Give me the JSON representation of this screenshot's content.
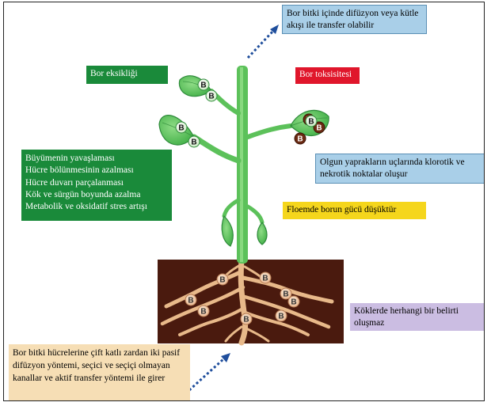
{
  "labels": {
    "transport": "Bor bitki içinde difüzyon veya kütle akışı ile transfer olabilir",
    "deficiency_title": "Bor eksikliği",
    "toxicity_title": "Bor toksisitesi",
    "deficiency_effects": [
      "Büyümenin yavaşlaması",
      "Hücre bölünmesinin azalması",
      "Hücre duvarı parçalanması",
      "Kök ve sürgün boyunda azalma",
      "Metabolik ve oksidatif stres artışı"
    ],
    "mature_leaves": "Olgun yaprakların uçlarında klorotik ve nekrotik noktalar oluşur",
    "phloem": "Floemde borun  gücü düşüktür",
    "roots": "Köklerde herhangi bir belirti oluşmaz",
    "uptake": "Bor bitki hücrelerine çift katlı zardan iki pasif difüzyon yöntemi, seçici ve seçiçi olmayan kanallar ve aktif transfer yöntemi ile girer"
  },
  "boron_symbol": "B",
  "colors": {
    "plant_green": "#5cc15a",
    "soil": "#4a1a0e",
    "root": "#e8b98a",
    "deficiency_box": "#1a8a3a",
    "toxicity_box": "#e0162b",
    "info_box_blue": "#a9cfe8",
    "phloem_box": "#f5d61c",
    "roots_box": "#cbbde2",
    "uptake_box": "#f6deb5",
    "arrow": "#1f4e9c"
  }
}
